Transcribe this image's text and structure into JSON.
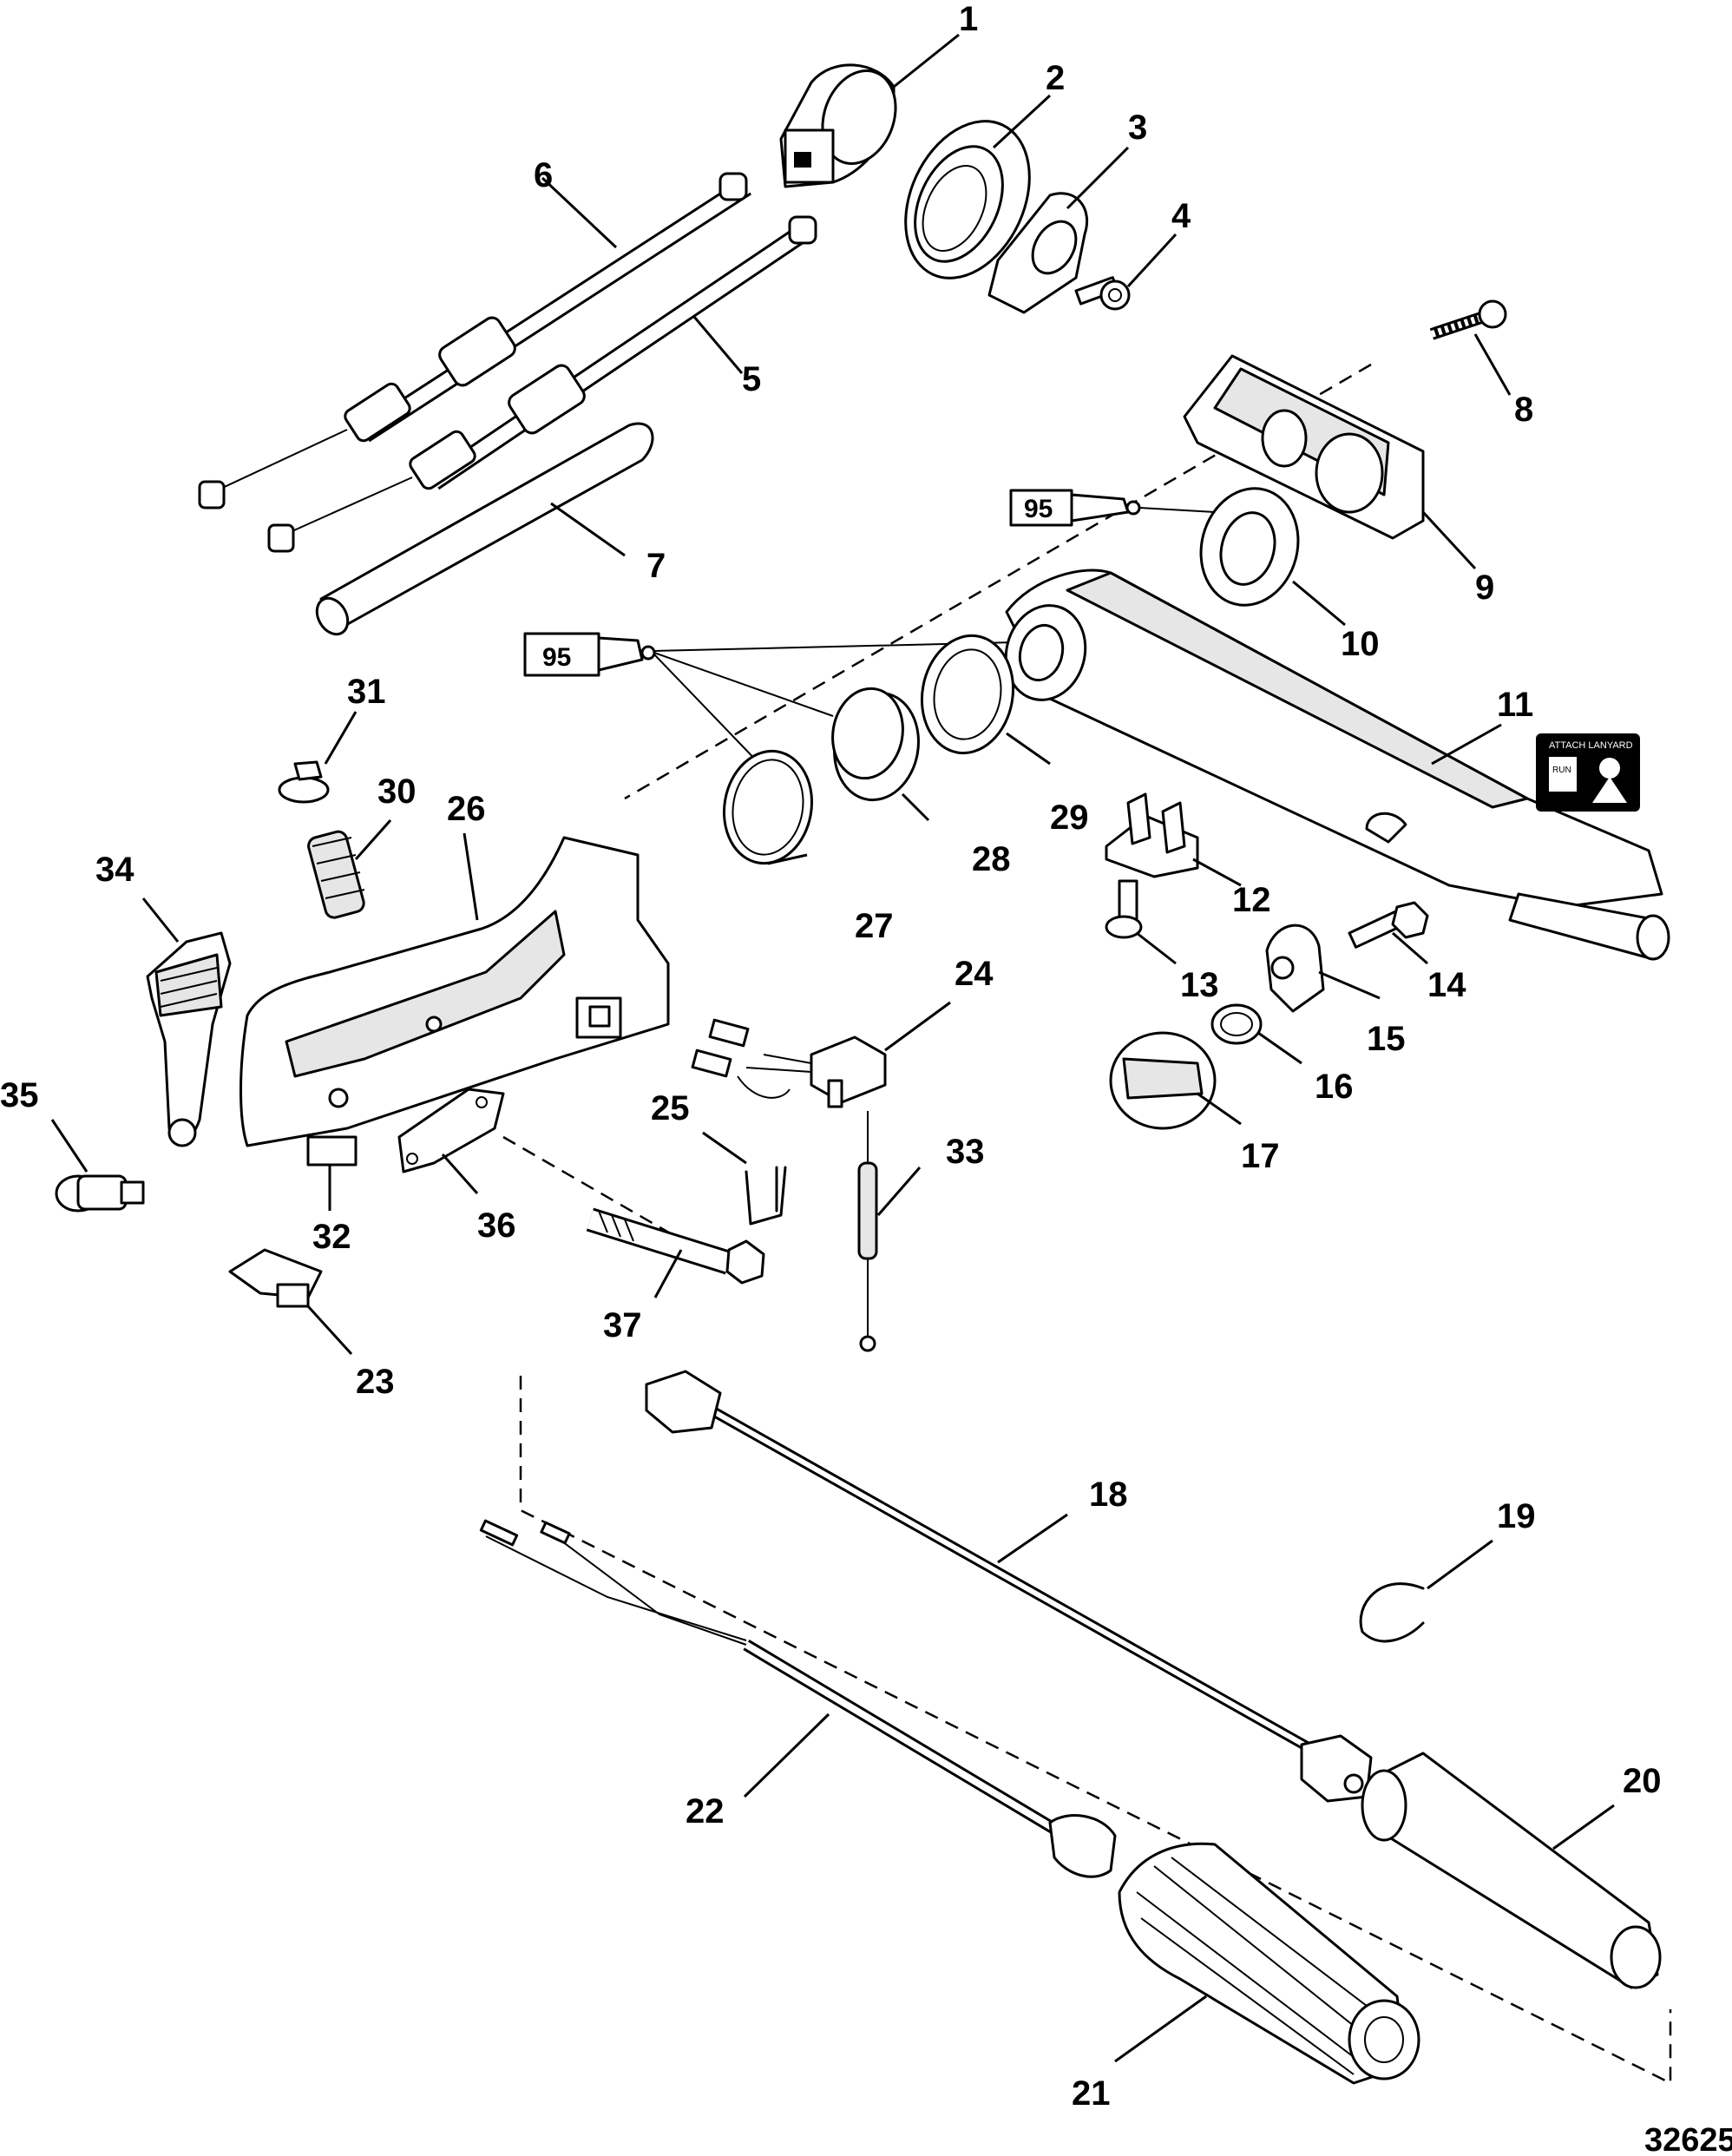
{
  "figure_number": "32625",
  "lubricant_code": "95",
  "decal_text": "ATTACH LANYARD",
  "decal_sub": "RUN",
  "callouts": [
    "1",
    "2",
    "3",
    "4",
    "5",
    "6",
    "7",
    "8",
    "9",
    "10",
    "11",
    "12",
    "13",
    "14",
    "15",
    "16",
    "17",
    "18",
    "19",
    "20",
    "21",
    "22",
    "23",
    "24",
    "25",
    "26",
    "27",
    "28",
    "29",
    "30",
    "31",
    "32",
    "33",
    "34",
    "35",
    "36",
    "37"
  ]
}
